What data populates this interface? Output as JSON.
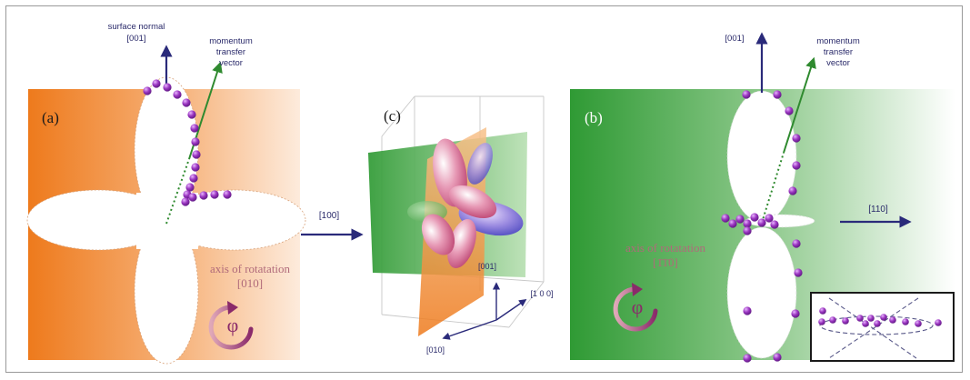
{
  "panel_a": {
    "label": "(a)",
    "surface_normal_label": "surface normal",
    "surface_normal_axis": "[001]",
    "momentum_label_1": "momentum",
    "momentum_label_2": "transfer",
    "momentum_label_3": "vector",
    "rotation_label": "axis of rotatation",
    "rotation_axis": "[010]",
    "phi_symbol": "φ",
    "out_arrow_label": "[100]"
  },
  "panel_c": {
    "label": "(c)",
    "axis_001": "[001]",
    "axis_100": "[1 0 0]",
    "axis_010": "[010]"
  },
  "panel_b": {
    "label": "(b)",
    "top_axis": "[001]",
    "momentum_label_1": "momentum",
    "momentum_label_2": "transfer",
    "momentum_label_3": "vector",
    "right_axis": "[110]",
    "rotation_label": "axis of rotatation",
    "rotation_axis": "[1̄1̄0]",
    "phi_symbol": "φ"
  },
  "colors": {
    "orange": "#ee7a1c",
    "green": "#2f9a34",
    "dot_purple": "#8a2aa8",
    "arrow_navy": "#2a2a7a",
    "arrow_green": "#2f8a2f",
    "label_text": "#2a2a6a",
    "rotation_text": "#b06a7a"
  }
}
